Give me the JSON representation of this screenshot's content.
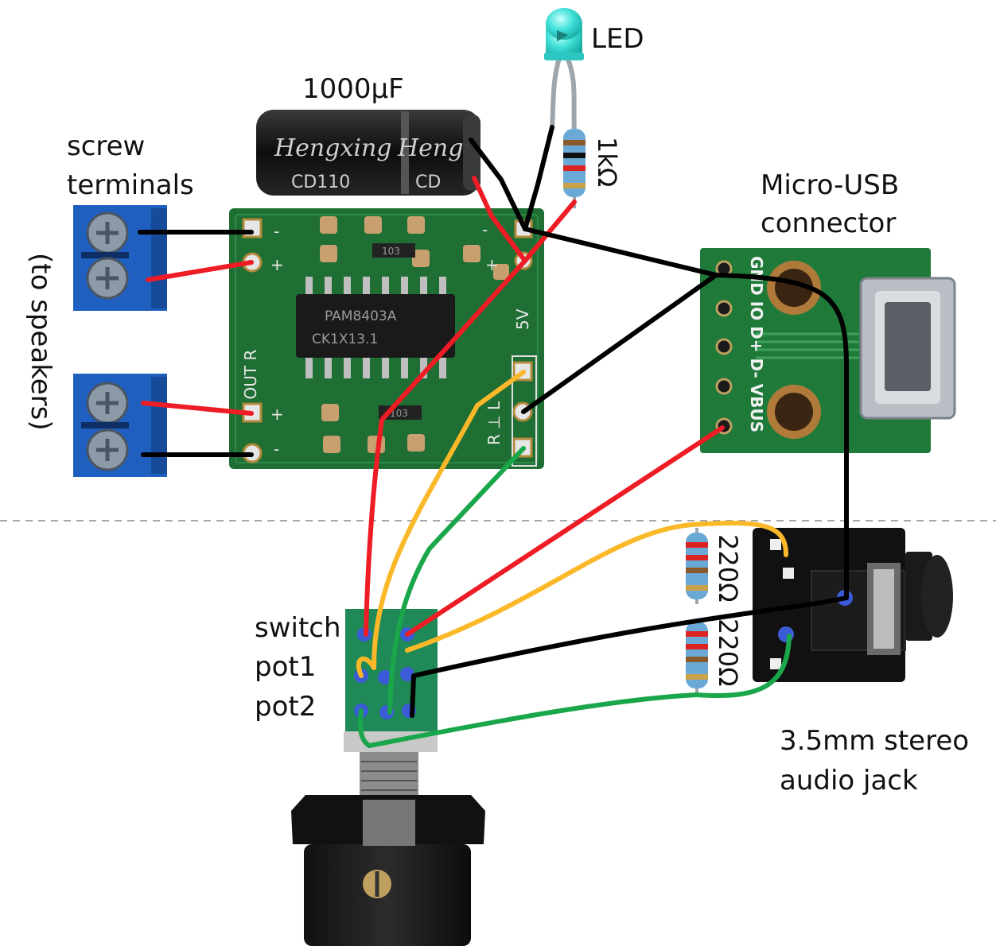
{
  "labels": {
    "led": "LED",
    "capacitor": "1000µF",
    "resistor_1k": "1kΩ",
    "screw_terminals_line1": "screw",
    "screw_terminals_line2": "terminals",
    "to_speakers": "(to speakers)",
    "micro_usb_line1": "Micro-USB",
    "micro_usb_line2": "connector",
    "resistor_220_top": "220Ω",
    "resistor_220_bottom": "220Ω",
    "switch": "switch",
    "pot1": "pot1",
    "pot2": "pot2",
    "audio_jack_line1": "3.5mm stereo",
    "audio_jack_line2": "audio jack"
  },
  "capacitor_print": {
    "brand_1": "Hengxing",
    "brand_2": "Heng",
    "model_1": "CD110",
    "model_2": "CD"
  },
  "amp_board": {
    "chip_line1": "PAM8403A",
    "chip_line2": "CK1X13.1",
    "out_label": "L OUT R",
    "five_v": "5V",
    "lr_label": "R ⊥ L",
    "plus_top": "+",
    "minus_top": "-",
    "plus_bottom": "+",
    "minus_bottom": "-",
    "plus_right": "+",
    "minus_right": "-",
    "smd_1": "103",
    "smd_2": "103"
  },
  "usb_board": {
    "pins": "GND IO D+ D- VBUS"
  },
  "colors": {
    "wire_red": "#ee1c24",
    "wire_black": "#000000",
    "wire_yellow": "#fbb829",
    "wire_green": "#1aa64a",
    "pcb_green": "#1f6e34",
    "terminal_blue": "#1f5fbf",
    "led_cyan": "#3fe0d8"
  }
}
